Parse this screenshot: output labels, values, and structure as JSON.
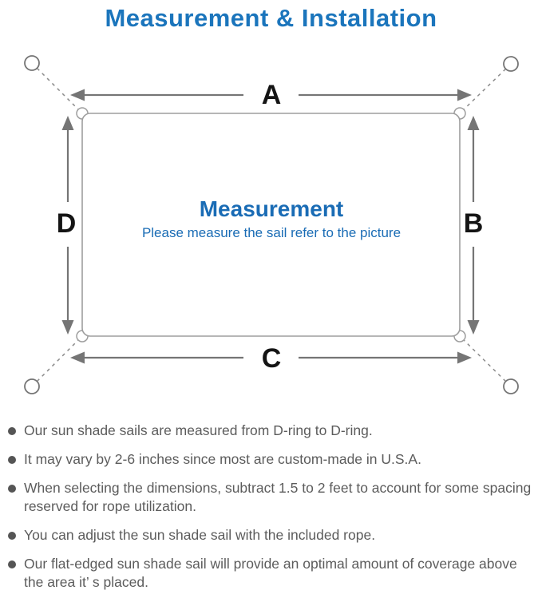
{
  "title": "Measurement & Installation",
  "diagram": {
    "center_title": "Measurement",
    "center_subtitle": "Please measure the sail refer to the picture",
    "side_labels": {
      "top": "A",
      "right": "B",
      "bottom": "C",
      "left": "D"
    }
  },
  "notes": [
    "Our sun shade sails are measured from D-ring to D-ring.",
    "It may vary by 2-6 inches since most are custom-made in U.S.A.",
    "When selecting the dimensions, subtract 1.5 to 2 feet to account for some spacing reserved for rope utilization.",
    "You can adjust the sun shade sail with the included rope.",
    "Our flat-edged sun shade sail will provide an optimal amount of coverage above the area it’ s placed."
  ],
  "colors": {
    "title_blue": "#1b75bc",
    "center_blue": "#1a6cb5",
    "outline_gray": "#9e9e9e",
    "arrow_gray": "#757575",
    "label_black": "#141414",
    "note_gray": "#5c5c5c"
  }
}
